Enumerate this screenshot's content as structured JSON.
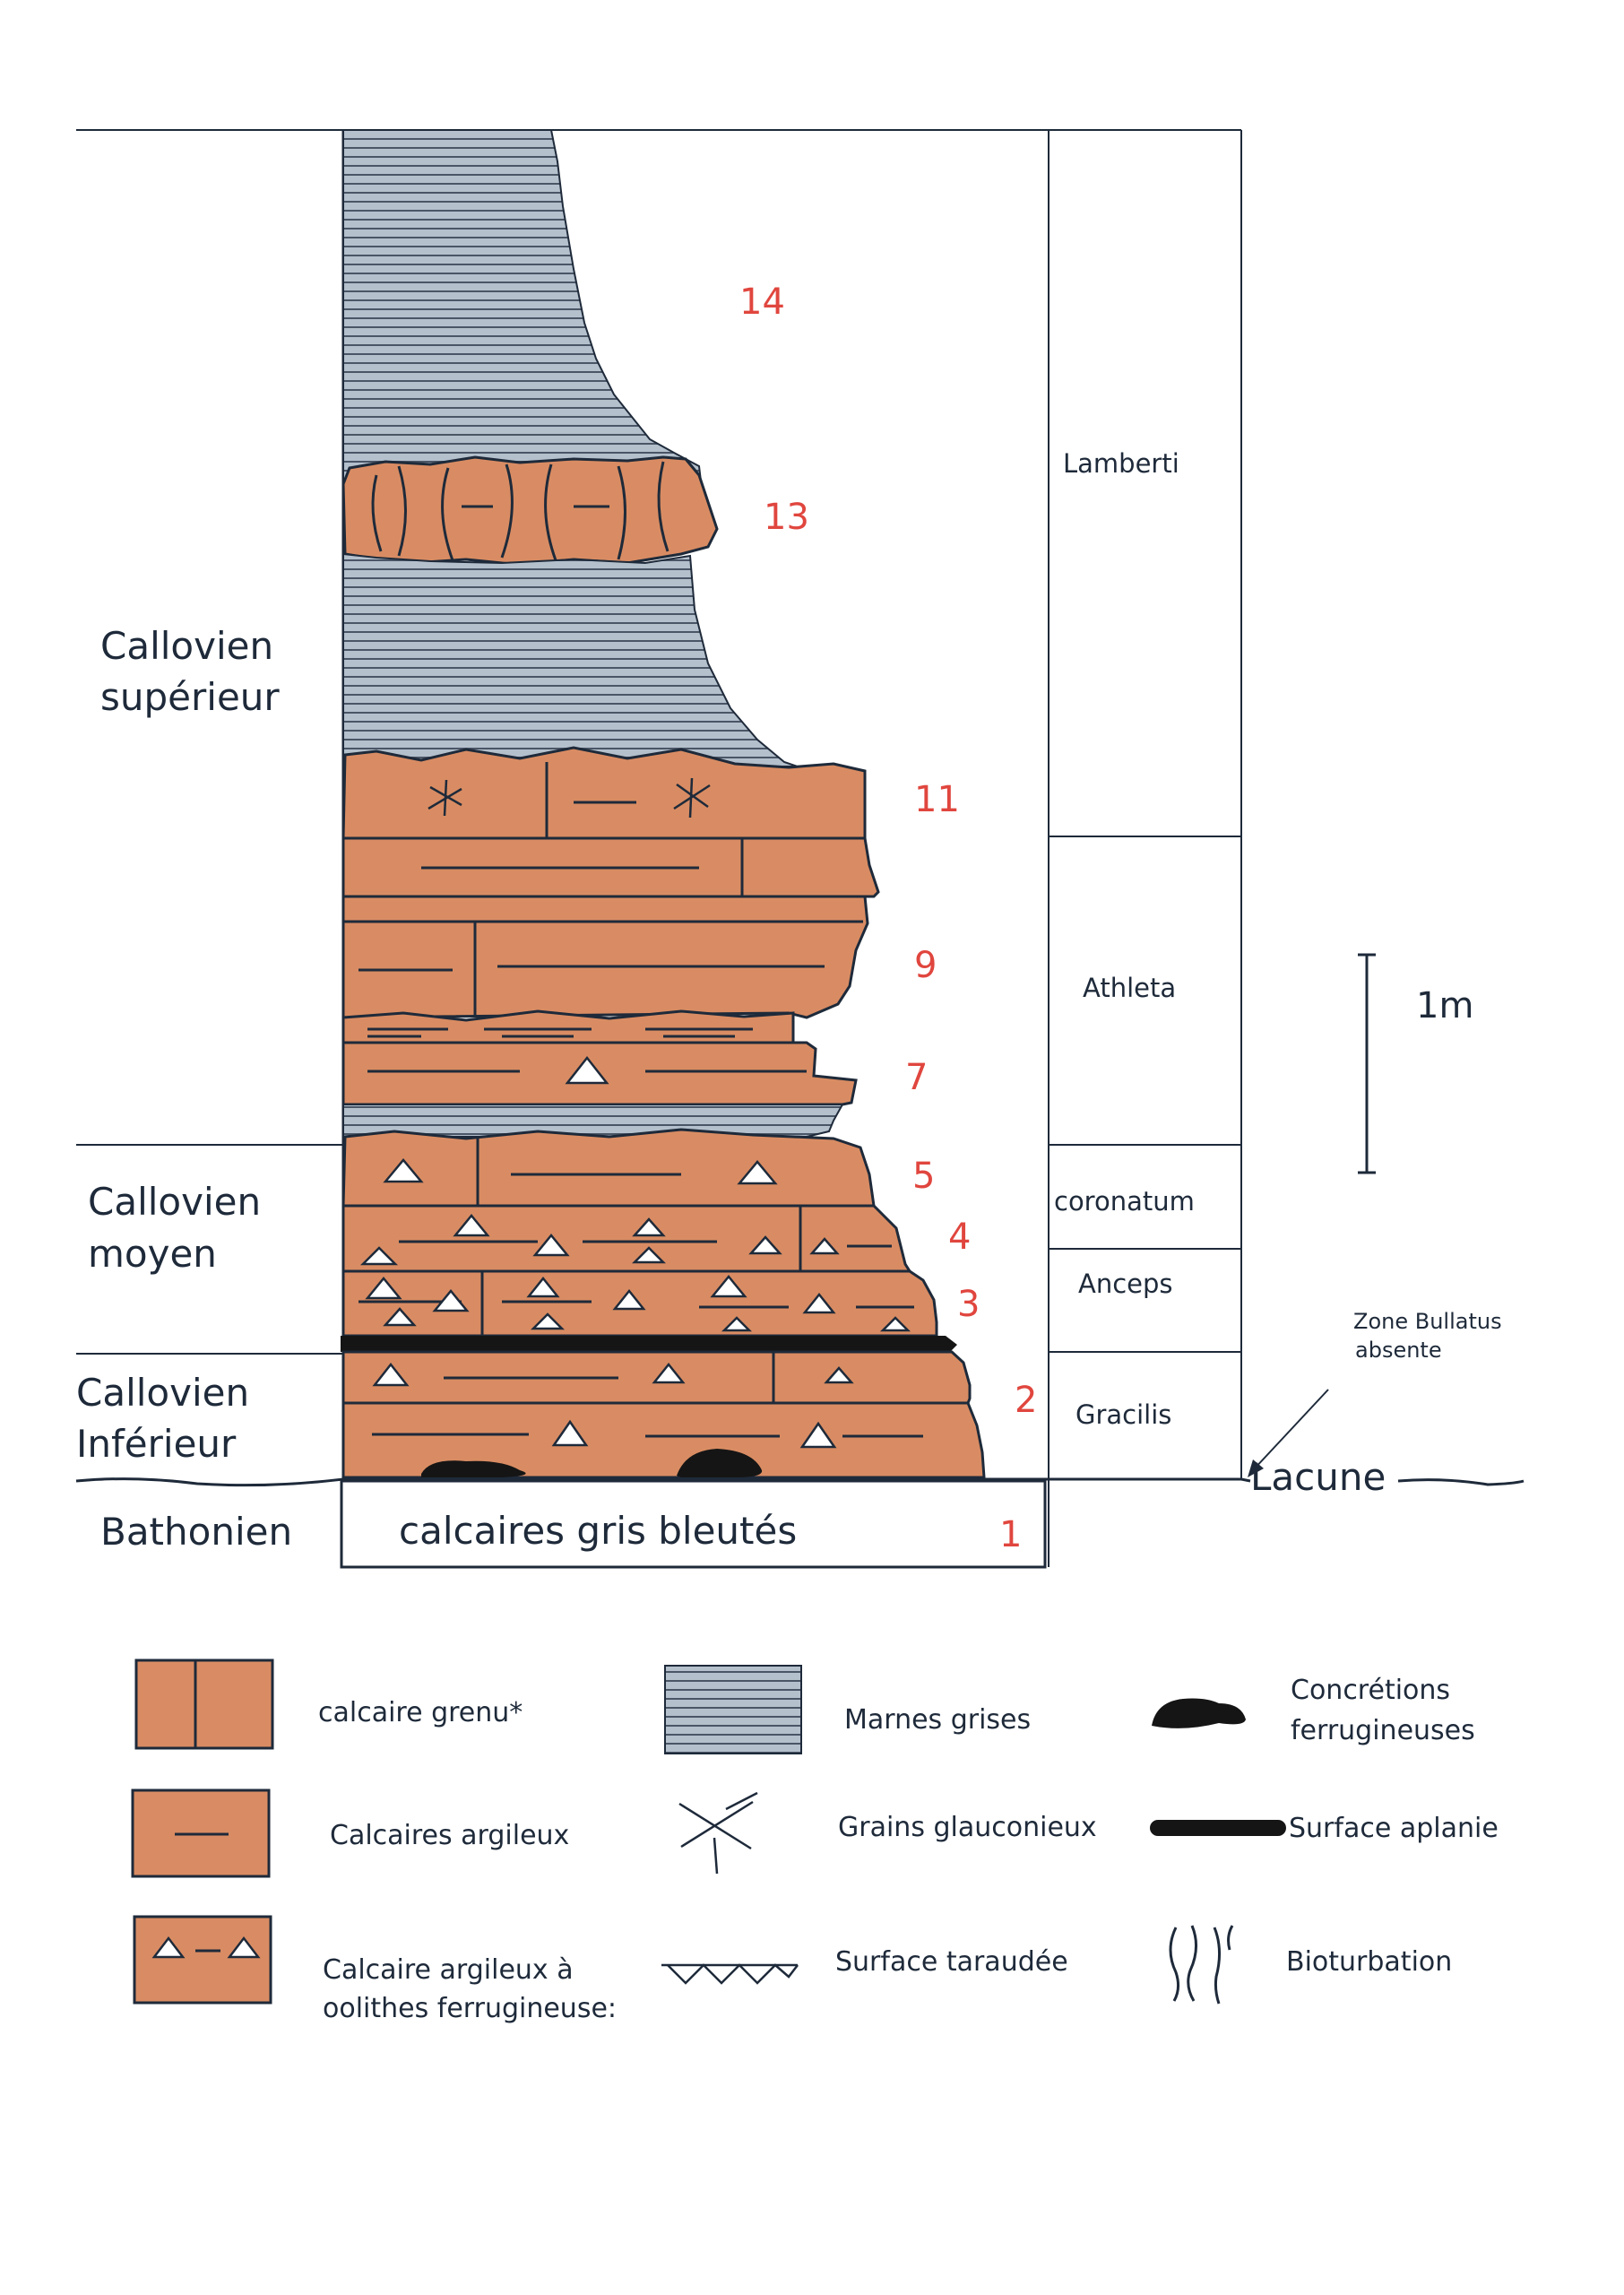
{
  "stages": [
    {
      "line1": "Callovien",
      "line2": "supérieur"
    },
    {
      "line1": "Callovien",
      "line2": "moyen"
    },
    {
      "line1": "Callovien",
      "line2": "Inférieur"
    },
    {
      "line1": "Bathonien",
      "line2": ""
    }
  ],
  "zones": {
    "lamberti": "Lamberti",
    "athleta": "Athleta",
    "coronatum": "coronatum",
    "anceps": "Anceps",
    "gracilis": "Gracilis",
    "bullatus_line1": "Zone Bullatus",
    "bullatus_line2": "absente"
  },
  "bed_numbers": [
    "14",
    "13",
    "11",
    "9",
    "7",
    "5",
    "4",
    "3",
    "2",
    "1"
  ],
  "base_label": "calcaires gris bleutés",
  "lacune_label": "Lacune",
  "scale_label": "1m",
  "legend": {
    "calcaire_grenu": "calcaire grenu*",
    "calcaires_argileux": "Calcaires argileux",
    "calcaire_oolithes_line1": "Calcaire argileux à",
    "calcaire_oolithes_line2": "oolithes ferrugineuse:",
    "marnes_grises": "Marnes grises",
    "grains_glauconieux": "Grains glauconieux",
    "surface_taraudee": "Surface taraudée",
    "concretions_line1": "Concrétions",
    "concretions_line2": "ferrugineuses",
    "surface_aplanie": "Surface aplanie",
    "bioturbation": "Bioturbation"
  },
  "colors": {
    "limestone": "#d98c63",
    "marl": "#b4c0cc",
    "marl_lines": "#4a5566",
    "ink": "#1e2a3a",
    "bed_number": "#e0463e"
  }
}
